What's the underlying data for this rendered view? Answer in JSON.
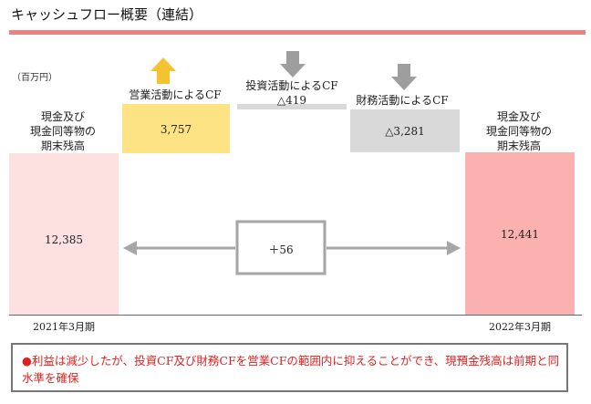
{
  "header": {
    "title": "キャッシュフロー概要（連結）"
  },
  "unit": "（百万円）",
  "chart_data": {
    "type": "waterfall",
    "title": "キャッシュフロー概要（連結）",
    "unit": "百万円",
    "items": [
      {
        "label": "現金及び\n現金同等物の\n期末残高",
        "period": "2021年3月期",
        "value": 12385,
        "display": "12,385",
        "kind": "total",
        "color": "#fde0e0"
      },
      {
        "label": "営業活動によるCF",
        "value": 3757,
        "display": "3,757",
        "kind": "delta",
        "color": "#fde383"
      },
      {
        "label": "投資活動によるCF",
        "value": -419,
        "display": "△419",
        "kind": "delta",
        "color": "#d9d9d9"
      },
      {
        "label": "財務活動によるCF",
        "value": -3281,
        "display": "△3,281",
        "kind": "delta",
        "color": "#d9d9d9"
      },
      {
        "label": "現金及び\n現金同等物の\n期末残高",
        "period": "2022年3月期",
        "value": 12441,
        "display": "12,441",
        "kind": "total",
        "color": "#fcb1b1"
      }
    ],
    "net_change": {
      "value": 56,
      "display": "＋56"
    }
  },
  "note": {
    "bullet": "●",
    "text": "利益は減少したが、投資CF及び財務CFを営業CFの範囲内に抑えることができ、現預金残高は前期と同水準を確保"
  }
}
